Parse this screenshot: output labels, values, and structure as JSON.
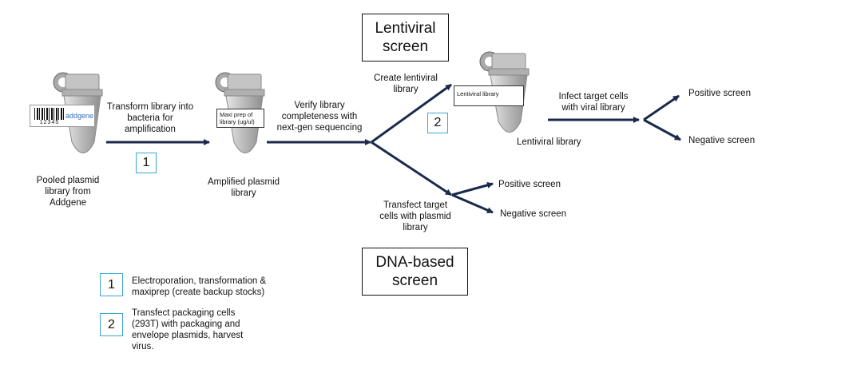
{
  "nodes": {
    "pooled_library": "Pooled plasmid library from Addgene",
    "amplified_library": "Amplified plasmid library",
    "lentiviral_library": "Lentiviral library",
    "create_lentiviral": "Create lentiviral library",
    "transfect_target": "Transfect target cells with plasmid library",
    "infect_target": "Infect target cells with viral library",
    "positive_screen_top": "Positive screen",
    "negative_screen_top": "Negative screen",
    "positive_screen_bottom": "Positive screen",
    "negative_screen_bottom": "Negative screen"
  },
  "edges": {
    "transform": "Transform library into bacteria for amplification",
    "verify": "Verify library completeness with next-gen sequencing"
  },
  "titles": {
    "lentiviral_screen": "Lentiviral screen",
    "dna_screen": "DNA-based screen"
  },
  "tube_labels": {
    "barcode_digits": "12345",
    "brand": "addgene",
    "maxi_prep": "Maxi prep of library (ug/ul)",
    "lentiviral_tag": "Lentiviral library"
  },
  "steps": {
    "step1_num": "1",
    "step2_num": "2"
  },
  "legend": [
    {
      "num": "1",
      "text": "Electroporation, transformation & maxiprep (create backup stocks)"
    },
    {
      "num": "2",
      "text": "Transfect packaging cells (293T) with packaging and envelope plasmids, harvest virus."
    }
  ],
  "colors": {
    "arrow": "#1a2a4a",
    "step_border": "#3aa7d8",
    "tube_fill": "#cfcfcf",
    "brand": "#2f6fb8"
  }
}
